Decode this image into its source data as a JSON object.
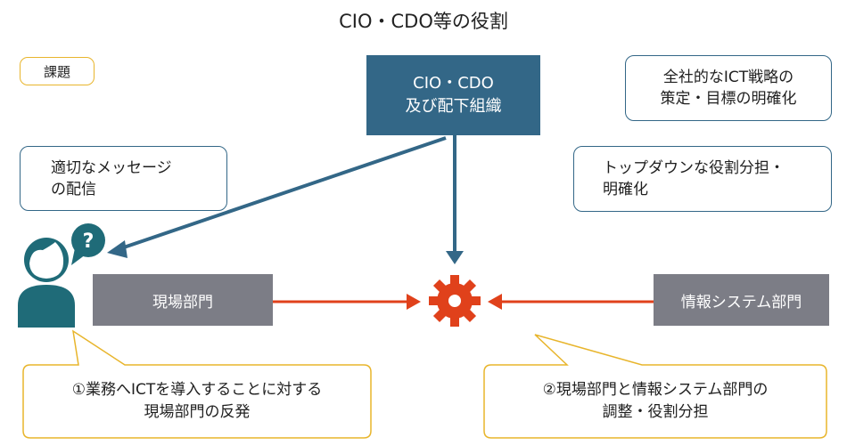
{
  "title": "CIO・CDO等の役割",
  "tag_label": "課題",
  "cio_box": {
    "line1": "CIO・CDO",
    "line2": "及び配下組織"
  },
  "notes": {
    "message": {
      "line1": "適切なメッセージ",
      "line2": "の配信"
    },
    "strategy": {
      "line1": "全社的なICT戦略の",
      "line2": "策定・目標の明確化"
    },
    "topdown": {
      "line1": "トップダウンな役割分担・",
      "line2": "明確化"
    }
  },
  "departments": {
    "field": "現場部門",
    "it": "情報システム部門"
  },
  "issues": {
    "issue1": {
      "line1": "①業務へICTを導入することに対する",
      "line2": "現場部門の反発"
    },
    "issue2": {
      "line1": "②現場部門と情報システム部門の",
      "line2": "調整・役割分担"
    }
  },
  "icons": {
    "person": "person-icon",
    "question": "question-bubble-icon",
    "gear": "gear-icon",
    "question_mark": "?"
  },
  "colors": {
    "navy": "#336787",
    "gray": "#7c7d86",
    "red": "#e0411b",
    "yellow": "#e8b52c",
    "teal": "#1f6b78"
  }
}
